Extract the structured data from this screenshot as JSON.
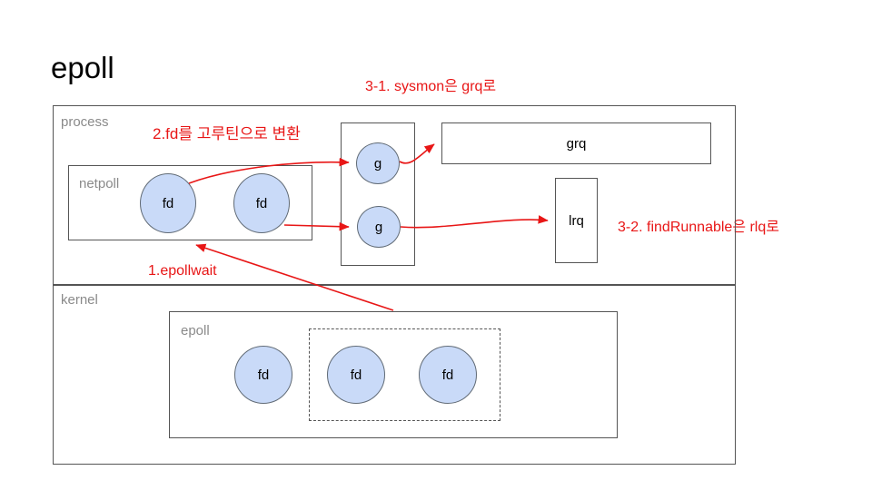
{
  "title": "epoll",
  "colors": {
    "arrow_red": "#e81616",
    "node_fill": "#c9daf8",
    "node_border": "#616b76",
    "box_border": "#555555",
    "label_gray": "#8a8a8a"
  },
  "annotations": {
    "step1": "1.epollwait",
    "step2": "2.fd를 고루틴으로 변환",
    "step3_1": "3-1. sysmon은 grq로",
    "step3_2": "3-2. findRunnable은 rlq로"
  },
  "process": {
    "label": "process",
    "netpoll": {
      "label": "netpoll",
      "nodes": [
        "fd",
        "fd"
      ]
    },
    "goroutines": {
      "nodes": [
        "g",
        "g"
      ]
    },
    "grq": {
      "label": "grq"
    },
    "lrq": {
      "label": "lrq"
    }
  },
  "kernel": {
    "label": "kernel",
    "epoll": {
      "label": "epoll",
      "nodes": [
        "fd",
        "fd",
        "fd"
      ]
    }
  }
}
